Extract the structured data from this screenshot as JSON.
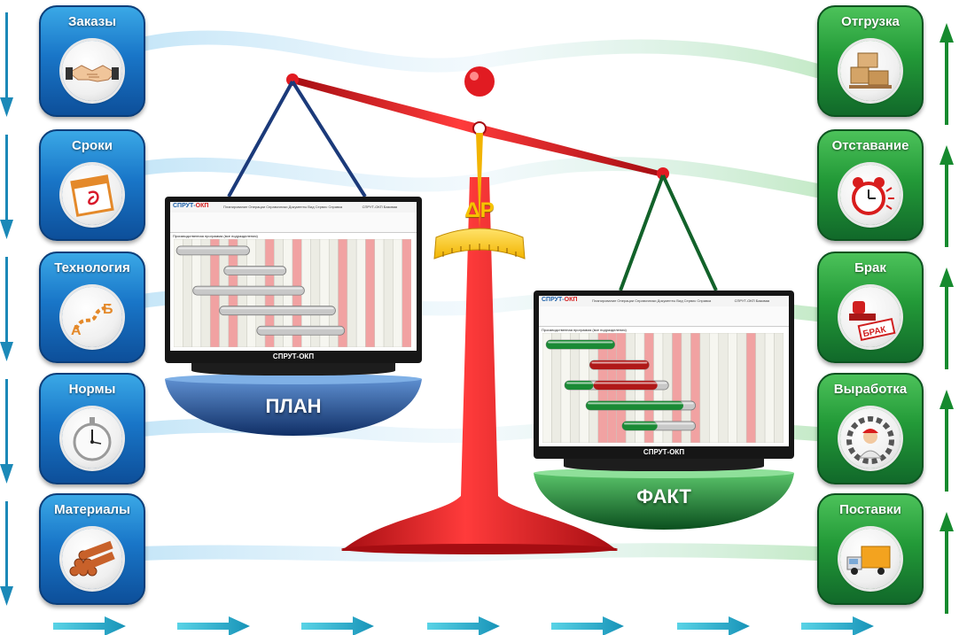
{
  "left_tiles": [
    {
      "label": "Заказы",
      "icon": "handshake-icon"
    },
    {
      "label": "Сроки",
      "icon": "calendar-icon"
    },
    {
      "label": "Технология",
      "icon": "process-path-icon"
    },
    {
      "label": "Нормы",
      "icon": "stopwatch-icon"
    },
    {
      "label": "Материалы",
      "icon": "pipes-icon"
    }
  ],
  "right_tiles": [
    {
      "label": "Отгрузка",
      "icon": "boxes-icon"
    },
    {
      "label": "Отставание",
      "icon": "alarm-clock-icon"
    },
    {
      "label": "Брак",
      "icon": "reject-stamp-icon"
    },
    {
      "label": "Выработка",
      "icon": "worker-gear-icon"
    },
    {
      "label": "Поставки",
      "icon": "delivery-truck-icon"
    }
  ],
  "stamp_text": "БРАК",
  "plan": {
    "pan_label": "ПЛАН",
    "monitor_brand": "СПРУТ-ОКП",
    "app_title_part1": "СПРУТ-",
    "app_title_part2": "ОКП",
    "window_caption": "СПРУТ-ОКП Базовая",
    "menu": "Планирование Операции Справочники Документы Вид Сервис Справка",
    "workspace_title": "Производственная программа (все подразделения)"
  },
  "fact": {
    "pan_label": "ФАКТ",
    "monitor_brand": "СПРУТ-ОКП",
    "app_title_part1": "СПРУТ-",
    "app_title_part2": "ОКП",
    "window_caption": "СПРУТ-ОКП Базовая",
    "menu": "Планирование Операции Справочники Документы Вид Сервис Справка",
    "workspace_title": "Производственная программа (все подразделения)"
  },
  "delta_label": "ΔP",
  "colors": {
    "blue_tile": "#1976c8",
    "green_tile": "#239a38",
    "scale_red": "#e11b22",
    "plan_pan": "#1b4d8e",
    "fact_pan": "#1d8a3a",
    "bar_red": "#b01818",
    "bar_green": "#1a8a35"
  },
  "chart_data": [
    {
      "name": "plan",
      "type": "gantt",
      "columns": 26,
      "highlight_columns": [
        4,
        6,
        10,
        13,
        18,
        21,
        25
      ],
      "bars": [
        {
          "start": 0.3,
          "end": 8.3,
          "state": "planned"
        },
        {
          "start": 5.5,
          "end": 12.3,
          "state": "planned"
        },
        {
          "start": 2.1,
          "end": 14.3,
          "state": "planned"
        },
        {
          "start": 5.0,
          "end": 17.7,
          "state": "planned"
        },
        {
          "start": 9.1,
          "end": 18.7,
          "state": "planned"
        }
      ]
    },
    {
      "name": "fact",
      "type": "gantt",
      "columns": 26,
      "highlight_columns": [
        6,
        7,
        8,
        11,
        14,
        16,
        22
      ],
      "bars": [
        {
          "start": 0.4,
          "end": 7.8,
          "done": 7.8,
          "late": 0
        },
        {
          "start": 5.1,
          "end": 11.5,
          "done": 0,
          "late": 11.5
        },
        {
          "start": 2.4,
          "end": 13.6,
          "done": 5.5,
          "late": 12.4
        },
        {
          "start": 4.7,
          "end": 16.5,
          "done": 15.2,
          "late": 0
        },
        {
          "start": 8.6,
          "end": 16.5,
          "done": 12.4,
          "late": 0
        }
      ]
    }
  ]
}
